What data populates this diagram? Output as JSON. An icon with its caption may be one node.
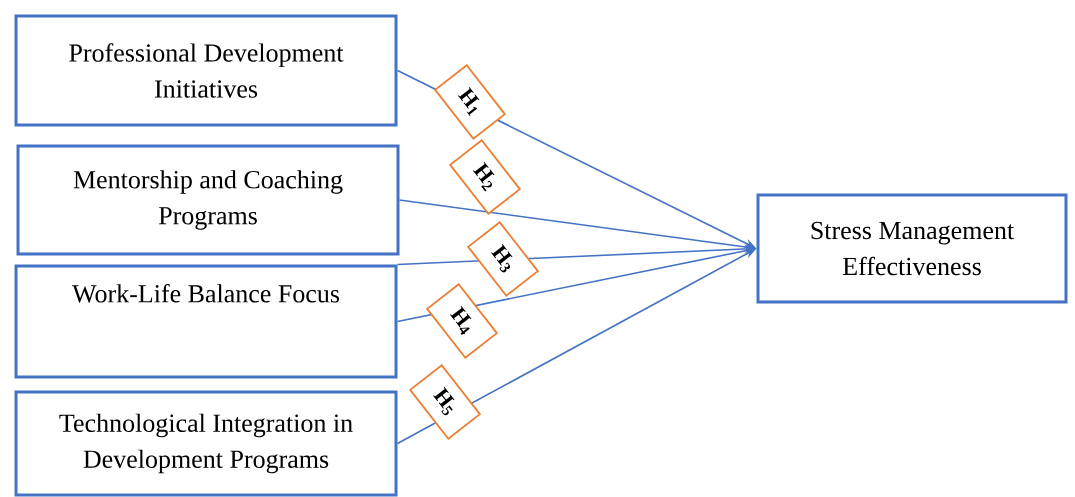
{
  "diagram": {
    "nodes": [
      {
        "text": [
          "Professional Development Initiatives"
        ]
      },
      {
        "text": [
          "Mentorship and Coaching Programs"
        ]
      },
      {
        "text": [
          "Work-Life Balance Focus"
        ]
      },
      {
        "text": [
          "Technological Integration in Development Programs"
        ]
      },
      {
        "text": [
          "Stress Management Effectiveness"
        ]
      }
    ],
    "edges": [
      {
        "from": 0,
        "to": 4,
        "arrow": "to",
        "label": "H$_{1}$"
      },
      {
        "from": 1,
        "to": 4,
        "arrow": "to",
        "label": "H$_{2}$"
      },
      {
        "from": 2,
        "to": 4,
        "arrow": "to",
        "label": "H$_{3}$"
      },
      {
        "from": 2,
        "to": 4,
        "arrow": "to",
        "label": "H$_{4}$"
      },
      {
        "from": 3,
        "to": 4,
        "arrow": "to",
        "label": "H$_{5}$"
      }
    ]
  }
}
